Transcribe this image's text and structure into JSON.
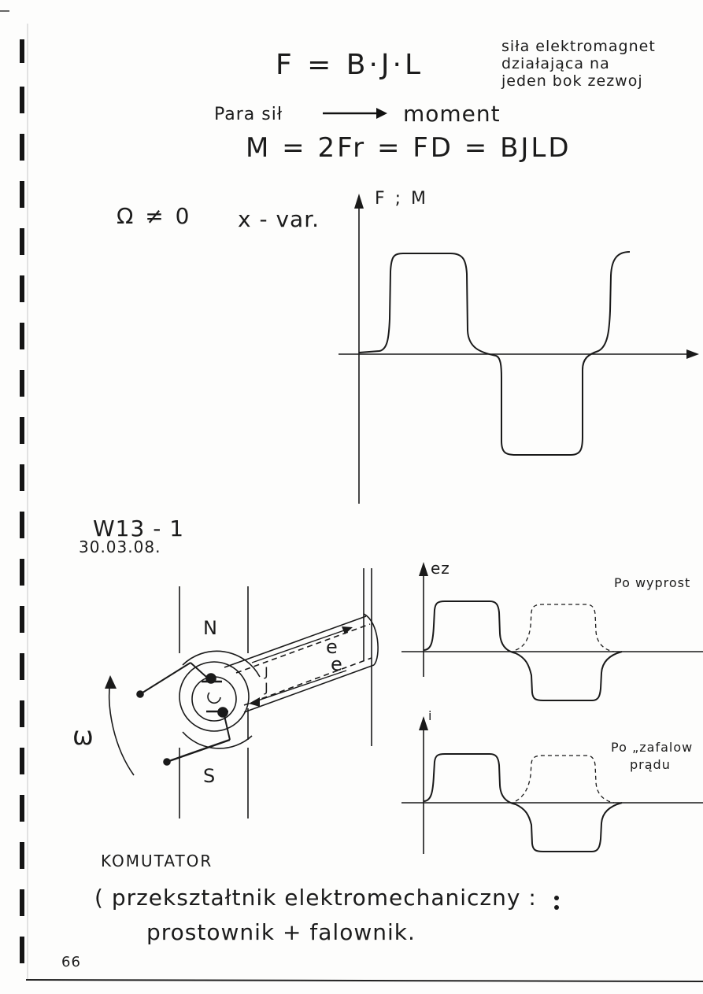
{
  "page": {
    "formula_F": "F = B·J·L",
    "note_force": [
      "siła elektromagnet",
      "działająca na",
      "jeden bok zezwoj"
    ],
    "para_sil": "Para sił",
    "arrow_to": "→",
    "moment_word": "moment",
    "formula_M": "M = 2Fr = FD = BJLD",
    "omega_condition": "Ω ≠ 0",
    "x_var": "x - var.",
    "graph1_axis": "F ; M",
    "lecture_code": "W13 - 1",
    "lecture_date": "30.03.08.",
    "pole_N": "N",
    "pole_S": "S",
    "label_e1": "e",
    "label_e2": "e",
    "label_J1": "J",
    "label_J2": "J",
    "omega": "ω",
    "graph2_axis": "ez",
    "graph2_note": "Po wyprost",
    "graph3_axis": "i",
    "graph3_note_1": "Po „zafalow",
    "graph3_note_2": "prądu",
    "komutator": "KOMUTATOR",
    "przeksztaltnik": "( przekształtnik elektromechaniczny :",
    "prostownik": "prostownik + falownik.",
    "page_number": "66"
  }
}
